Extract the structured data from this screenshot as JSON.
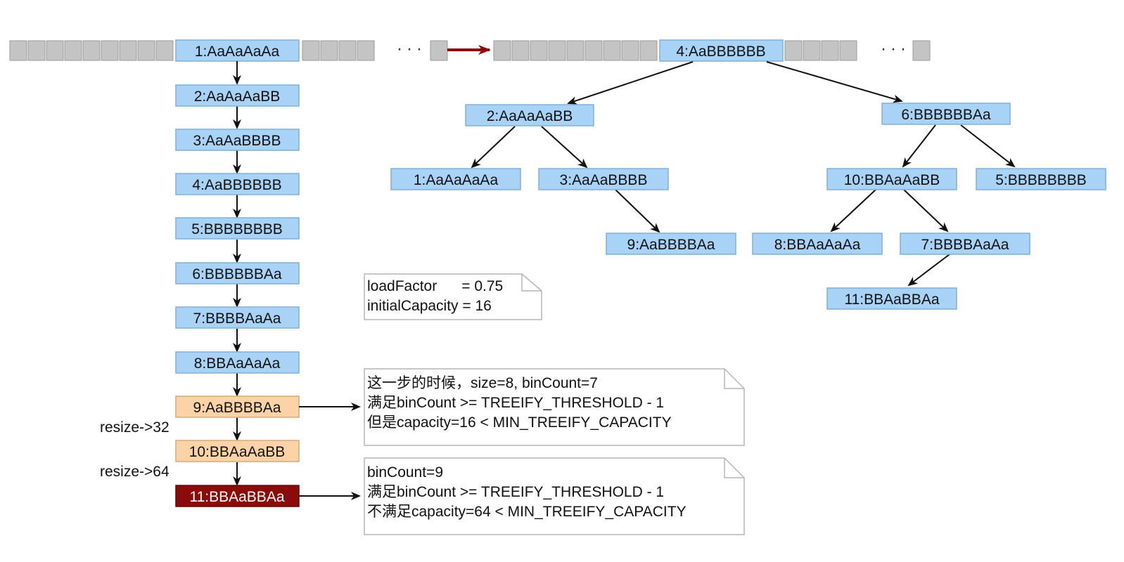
{
  "colors": {
    "node_fill": "#a9d2f7",
    "node_stroke": "#7fb0d8",
    "node_orange": "#fbd3a6",
    "node_orange_stroke": "#d9a978",
    "node_dark": "#8b0a0a",
    "slot_fill": "#c4c4c4",
    "slot_stroke": "#9a9a9a",
    "arrow": "#111111",
    "resize_arrow": "#8b0a0a",
    "note_stroke": "#b5b5b5"
  },
  "table": {
    "left_head": "1:AaAaAaAa",
    "right_head": "4:AaBBBBBB",
    "ellipsis": "· · ·"
  },
  "chain": [
    "1:AaAaAaAa",
    "2:AaAaAaBB",
    "3:AaAaBBBB",
    "4:AaBBBBBB",
    "5:BBBBBBBB",
    "6:BBBBBBAa",
    "7:BBBBAaAa",
    "8:BBAaAaAa",
    "9:AaBBBBAa",
    "10:BBAaAaBB",
    "11:BBAaBBAa"
  ],
  "resize_labels": [
    "resize->32",
    "resize->64"
  ],
  "tree": {
    "root": "4:AaBBBBBB",
    "n2": "2:AaAaAaBB",
    "n6": "6:BBBBBBAa",
    "n1": "1:AaAaAaAa",
    "n3": "3:AaAaBBBB",
    "n9": "9:AaBBBBAa",
    "n10": "10:BBAaAaBB",
    "n5": "5:BBBBBBBB",
    "n8": "8:BBAaAaAa",
    "n7": "7:BBBBAaAa",
    "n11": "11:BBAaBBAa"
  },
  "notes": {
    "params": [
      "loadFactor      = 0.75",
      "initialCapacity = 16"
    ],
    "step9": [
      "这一步的时候，size=8, binCount=7",
      "满足binCount >= TREEIFY_THRESHOLD - 1",
      "但是capacity=16 < MIN_TREEIFY_CAPACITY"
    ],
    "step11": [
      "binCount=9",
      "满足binCount >= TREEIFY_THRESHOLD - 1",
      "不满足capacity=64 < MIN_TREEIFY_CAPACITY"
    ]
  }
}
